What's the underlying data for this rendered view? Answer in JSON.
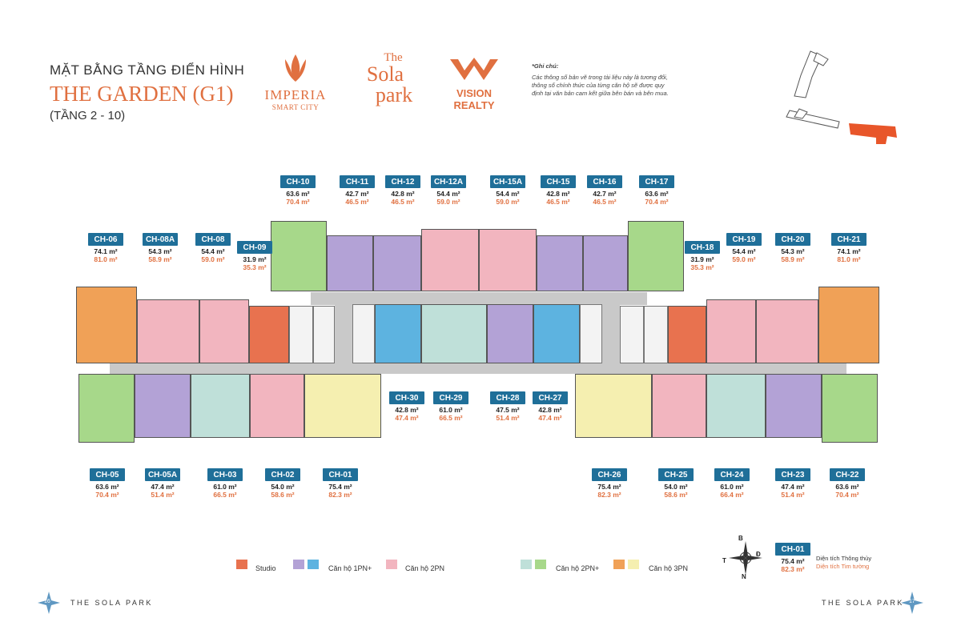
{
  "header": {
    "line1": "MẶT BẰNG TẦNG ĐIỂN HÌNH",
    "line2": "THE GARDEN (G1)",
    "line3": "(TẦNG 2 - 10)"
  },
  "logos": {
    "imperia_main": "IMPERIA",
    "imperia_sub": "SMART CITY",
    "sola_the": "The",
    "sola_sola": "Sola",
    "sola_park": "park",
    "vision": "VISION REALTY"
  },
  "note": {
    "title": "*Ghi chú:",
    "body": "Các thông số bản vẽ trong tài liệu này là tương đối, thông số chính thức của từng căn hộ sẽ được quy định tại văn bản cam kết giữa bên bán và bên mua."
  },
  "units": [
    {
      "code": "CH-10",
      "a1": "63.6 m²",
      "a2": "70.4 m²"
    },
    {
      "code": "CH-11",
      "a1": "42.7 m²",
      "a2": "46.5 m²"
    },
    {
      "code": "CH-12",
      "a1": "42.8 m²",
      "a2": "46.5 m²"
    },
    {
      "code": "CH-12A",
      "a1": "54.4 m²",
      "a2": "59.0 m²"
    },
    {
      "code": "CH-15A",
      "a1": "54.4 m²",
      "a2": "59.0 m²"
    },
    {
      "code": "CH-15",
      "a1": "42.8 m²",
      "a2": "46.5 m²"
    },
    {
      "code": "CH-16",
      "a1": "42.7 m²",
      "a2": "46.5 m²"
    },
    {
      "code": "CH-17",
      "a1": "63.6 m²",
      "a2": "70.4 m²"
    },
    {
      "code": "CH-06",
      "a1": "74.1 m²",
      "a2": "81.0 m²"
    },
    {
      "code": "CH-08A",
      "a1": "54.3 m²",
      "a2": "58.9 m²"
    },
    {
      "code": "CH-08",
      "a1": "54.4 m²",
      "a2": "59.0 m²"
    },
    {
      "code": "CH-09",
      "a1": "31.9 m²",
      "a2": "35.3 m²"
    },
    {
      "code": "CH-18",
      "a1": "31.9 m²",
      "a2": "35.3 m²"
    },
    {
      "code": "CH-19",
      "a1": "54.4 m²",
      "a2": "59.0 m²"
    },
    {
      "code": "CH-20",
      "a1": "54.3 m²",
      "a2": "58.9 m²"
    },
    {
      "code": "CH-21",
      "a1": "74.1 m²",
      "a2": "81.0 m²"
    },
    {
      "code": "CH-30",
      "a1": "42.8 m²",
      "a2": "47.4 m²"
    },
    {
      "code": "CH-29",
      "a1": "61.0 m²",
      "a2": "66.5 m²"
    },
    {
      "code": "CH-28",
      "a1": "47.5 m²",
      "a2": "51.4 m²"
    },
    {
      "code": "CH-27",
      "a1": "42.8 m²",
      "a2": "47.4 m²"
    },
    {
      "code": "CH-05",
      "a1": "63.6 m²",
      "a2": "70.4 m²"
    },
    {
      "code": "CH-05A",
      "a1": "47.4 m²",
      "a2": "51.4 m²"
    },
    {
      "code": "CH-03",
      "a1": "61.0 m²",
      "a2": "66.5 m²"
    },
    {
      "code": "CH-02",
      "a1": "54.0 m²",
      "a2": "58.6 m²"
    },
    {
      "code": "CH-01",
      "a1": "75.4 m²",
      "a2": "82.3 m²"
    },
    {
      "code": "CH-26",
      "a1": "75.4 m²",
      "a2": "82.3 m²"
    },
    {
      "code": "CH-25",
      "a1": "54.0 m²",
      "a2": "58.6 m²"
    },
    {
      "code": "CH-24",
      "a1": "61.0 m²",
      "a2": "66.4 m²"
    },
    {
      "code": "CH-23",
      "a1": "47.4 m²",
      "a2": "51.4 m²"
    },
    {
      "code": "CH-22",
      "a1": "63.6 m²",
      "a2": "70.4 m²"
    }
  ],
  "legend": {
    "studio": "Studio",
    "one_br": "Căn hộ 1PN+",
    "two_br": "Căn hộ 2PN",
    "two_br_plus": "Căn hộ 2PN+",
    "three_br": "Căn hộ 3PN",
    "colors": {
      "studio": "#e8724f",
      "one_a": "#b3a2d6",
      "one_b": "#5db3e0",
      "two": "#f2b5bf",
      "two_plus_a": "#bfe0d9",
      "two_plus_b": "#a7d88a",
      "three_a": "#f0a157",
      "three_b": "#f5efb0"
    }
  },
  "key": {
    "code": "CH-01",
    "a1": "75.4 m²",
    "a2": "82.3 m²",
    "a1_label": "Diện tích Thông thủy",
    "a2_label": "Diện tích Tim tường"
  },
  "compass": {
    "b": "B",
    "d": "Đ",
    "t": "T",
    "n": "N"
  },
  "footer": {
    "left_page": "16",
    "left_text": "THE SOLA PARK",
    "right_text": "THE SOLA PARK",
    "right_page": "17"
  }
}
